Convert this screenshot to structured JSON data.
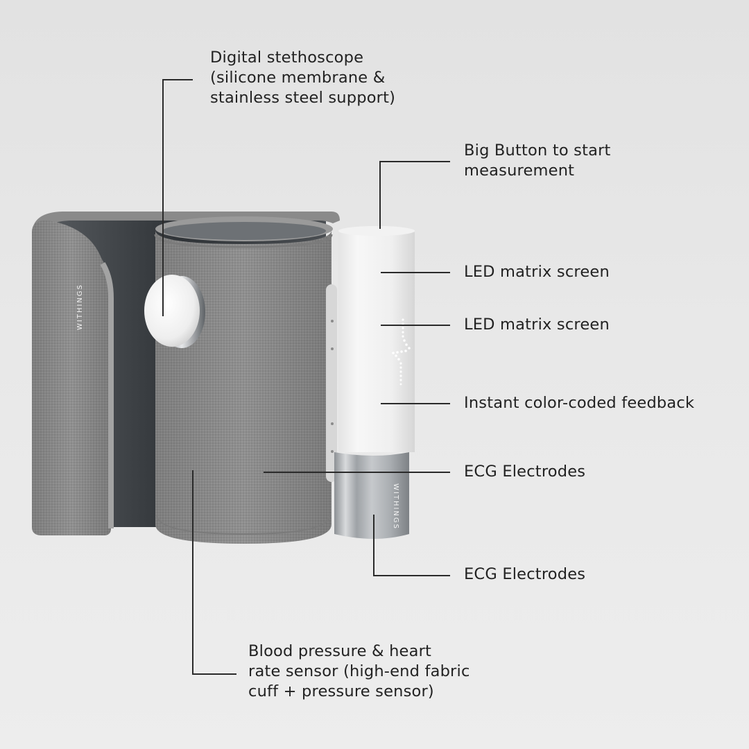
{
  "product": {
    "brand_mark_cuff": "WITHINGS",
    "brand_mark_device": "WITHINGS",
    "colors": {
      "background": "#e6e6e6",
      "fabric": "#8e8e8e",
      "fabric_inner": "#3d4145",
      "device_body": "#f1f1f1",
      "steel": "#b9bcbf",
      "callout_line": "#2a2a2a",
      "text": "#222222"
    }
  },
  "callouts": [
    {
      "id": "stethoscope",
      "lines": [
        "Digital stethoscope",
        "(silicone membrane &",
        "stainless steel support)"
      ]
    },
    {
      "id": "big-button",
      "lines": [
        "Big Button to start",
        "measurement"
      ]
    },
    {
      "id": "led-screen-1",
      "lines": [
        "LED matrix screen"
      ]
    },
    {
      "id": "led-screen-2",
      "lines": [
        "LED matrix screen"
      ]
    },
    {
      "id": "color-feedback",
      "lines": [
        "Instant color-coded feedback"
      ]
    },
    {
      "id": "ecg-electrodes-1",
      "lines": [
        "ECG Electrodes"
      ]
    },
    {
      "id": "ecg-electrodes-2",
      "lines": [
        "ECG Electrodes"
      ]
    },
    {
      "id": "bp-sensor",
      "lines": [
        "Blood pressure & heart",
        "rate sensor (high-end fabric",
        "cuff + pressure sensor)"
      ]
    }
  ]
}
